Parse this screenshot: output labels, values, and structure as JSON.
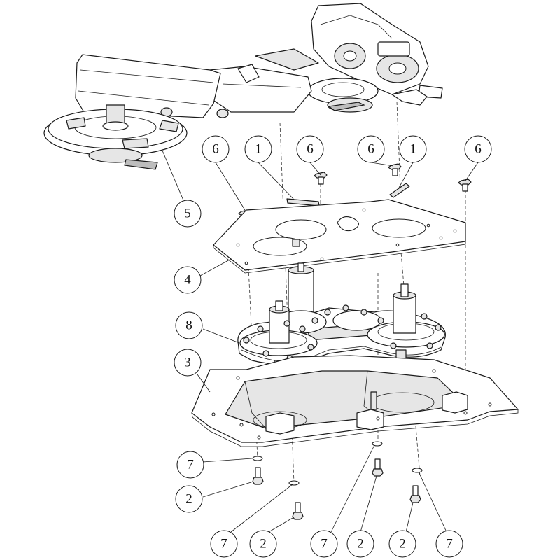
{
  "callouts": [
    "6",
    "1",
    "6",
    "6",
    "1",
    "6",
    "5",
    "4",
    "8",
    "3",
    "7",
    "2",
    "7",
    "2",
    "7",
    "2",
    "2",
    "7"
  ],
  "colors": {
    "line": "#1a1a1a",
    "fill_light": "#e6e6e6",
    "fill_mid": "#bdbdbd",
    "background": "#ffffff"
  }
}
